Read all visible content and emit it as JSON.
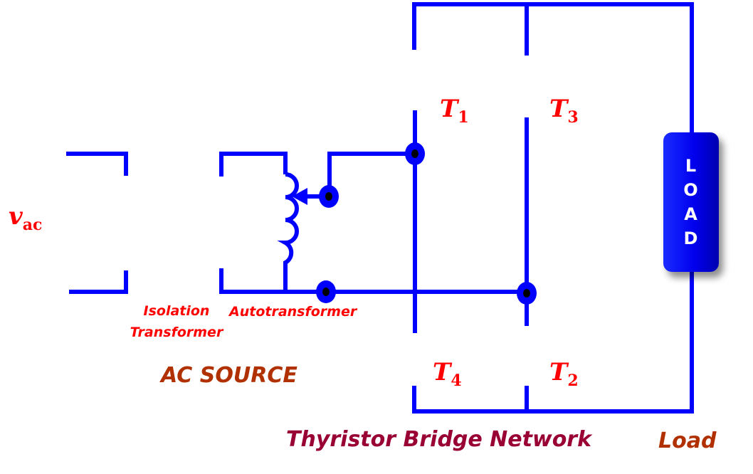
{
  "source_voltage": {
    "symbol": "v",
    "subscript": "ac"
  },
  "labels": {
    "isolation_transformer": [
      "Isolation",
      "Transformer"
    ],
    "autotransformer": "Autotransformer",
    "ac_source": "AC SOURCE",
    "bridge": "Thyristor Bridge Network",
    "load_section": "Load"
  },
  "thyristors": [
    {
      "name": "T",
      "index": "1"
    },
    {
      "name": "T",
      "index": "3"
    },
    {
      "name": "T",
      "index": "4"
    },
    {
      "name": "T",
      "index": "2"
    }
  ],
  "load_box_letters": [
    "L",
    "O",
    "A",
    "D"
  ],
  "colors": {
    "wire": "#0000ff",
    "math_labels": "#ff0000",
    "ac_source": "#b03000",
    "bridge_label": "#990033",
    "load_label": "#b03000"
  }
}
